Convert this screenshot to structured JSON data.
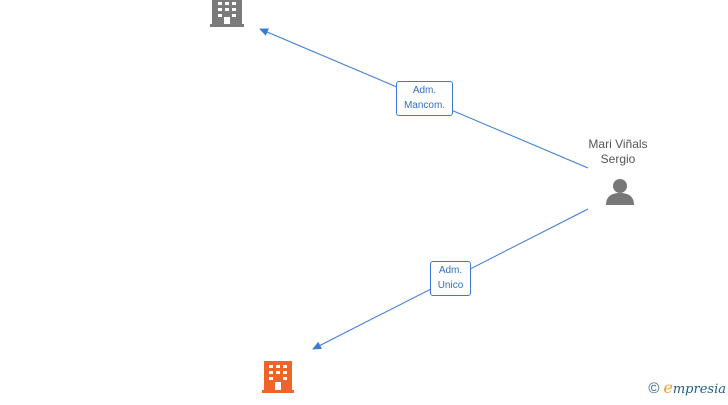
{
  "nodes": {
    "company_top": {
      "icon": "building-icon",
      "color": "#7b7b7b"
    },
    "company_bottom": {
      "icon": "building-icon",
      "color": "#f0642a"
    },
    "person": {
      "icon": "person-icon",
      "color": "#777777",
      "name_line1": "Mari Viñals",
      "name_line2": "Sergio"
    }
  },
  "edges": [
    {
      "label_line1": "Adm.",
      "label_line2": "Mancom."
    },
    {
      "label_line1": "Adm.",
      "label_line2": "Unico"
    }
  ],
  "colors": {
    "edge": "#3a7bd5"
  },
  "watermark": {
    "symbol": "©",
    "brand_first": "e",
    "brand_rest": "mpresia"
  }
}
